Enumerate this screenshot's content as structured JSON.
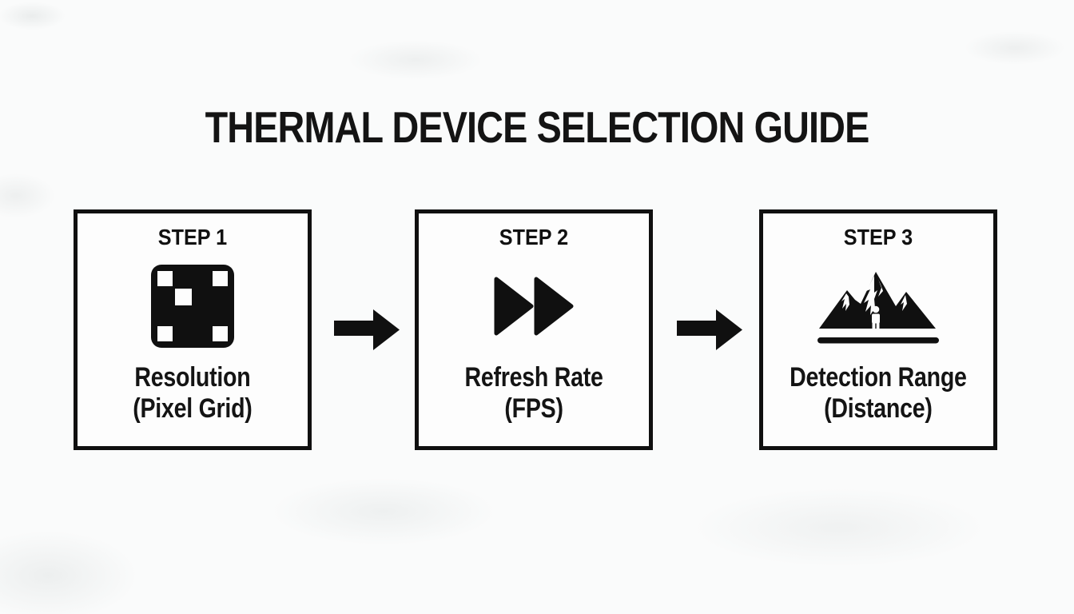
{
  "title": "THERMAL DEVICE SELECTION GUIDE",
  "steps": [
    {
      "label": "STEP 1",
      "icon": "pixel-grid-icon",
      "caption_line1": "Resolution",
      "caption_line2": "(Pixel Grid)"
    },
    {
      "label": "STEP 2",
      "icon": "fast-forward-icon",
      "caption_line1": "Refresh Rate",
      "caption_line2": "(FPS)"
    },
    {
      "label": "STEP 3",
      "icon": "mountain-range-icon",
      "caption_line1": "Detection Range",
      "caption_line2": "(Distance)"
    }
  ],
  "flow": {
    "arrow_count": 2,
    "arrow_direction": "right"
  },
  "colors": {
    "ink": "#111111",
    "background": "#fafbfb",
    "box_background": "#fdfdfd"
  }
}
